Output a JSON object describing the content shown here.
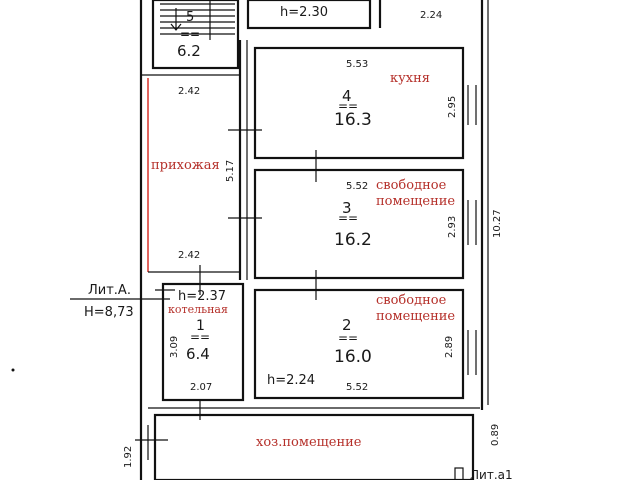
{
  "colors": {
    "ink": "#111111",
    "label_red": "#b5302a",
    "accent_red": "#d9342b"
  },
  "stairs": {
    "number": "5",
    "bars": "==",
    "area": "6.2"
  },
  "top_h": "h=2.30",
  "top_right_dim": "2.24",
  "corridor": {
    "width_top": "2.42",
    "width_bottom": "2.42",
    "length": "5.17",
    "name": "прихожая"
  },
  "room4": {
    "width": "5.53",
    "name": "кухня",
    "number": "4",
    "bars": "==",
    "area": "16.3",
    "height_dim": "2.95"
  },
  "room3": {
    "width": "5.52",
    "name_line1": "свободное",
    "name_line2": "помещение",
    "number": "3",
    "bars": "==",
    "area": "16.2",
    "height_dim": "2.93"
  },
  "room1": {
    "h": "h=2.37",
    "name": "котельная",
    "number": "1",
    "bars": "==",
    "area": "6.4",
    "height_dim": "3.09",
    "width": "2.07"
  },
  "room2": {
    "name_line1": "свободное",
    "name_line2": "помещение",
    "number": "2",
    "bars": "==",
    "area": "16.0",
    "height_dim": "2.89",
    "h": "h=2.24",
    "width": "5.52"
  },
  "overall_length": "10.27",
  "lit": {
    "label": "Лит.А.",
    "height": "H=8,73"
  },
  "storage": {
    "name": "хоз.помещение",
    "left_dim": "1.92",
    "right_dim": "0.89"
  },
  "lit_a1": "Лит.а1"
}
